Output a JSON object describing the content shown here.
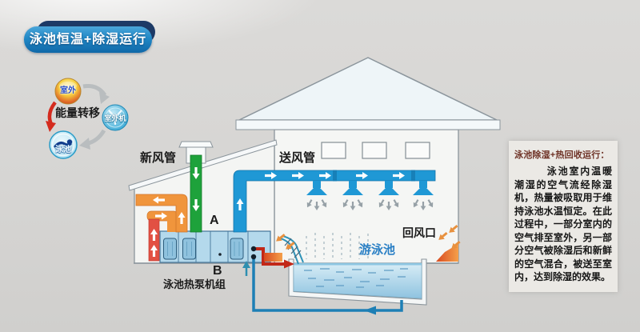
{
  "banner": {
    "title": "泳池恒温+除湿运行"
  },
  "energy_cycle": {
    "caption": "能量转移",
    "badges": {
      "outdoor": "室外",
      "outdoor_unit": "室外机",
      "pool": "泳池"
    },
    "icons": [
      "sun-icon",
      "fan-icon",
      "swimmer-icon"
    ]
  },
  "diagram_labels": {
    "fresh_air_duct": "新风管",
    "supply_air_duct": "送风管",
    "return_air_outlet": "回风口",
    "swimming_pool": "游泳池",
    "heat_pump_unit": "泳池热泵机组",
    "point_a": "A",
    "point_b": "B"
  },
  "info_panel": {
    "title": "泳池除湿+热回收运行：",
    "body": "泳池室内温暖潮湿的空气流经除湿机，热量被吸取用于维持泳池水温恒定。在此过程中，一部分室内的空气排至室外，另一部分空气被除湿后和新鲜的空气混合，被送至室内，达到除湿的效果。"
  },
  "colors": {
    "banner_blue": "#1878bd",
    "fresh_air_green": "#1ea23b",
    "supply_air_blue": "#1f98d5",
    "exhaust_orange": "#f0953c",
    "exhaust_red": "#e25043",
    "hot_water_pipe_red": "#c22818",
    "cold_water_pipe_blue": "#1d7fb5",
    "pool_water_blue": "#a9d4e9",
    "vent_orange": "#e8913f"
  }
}
